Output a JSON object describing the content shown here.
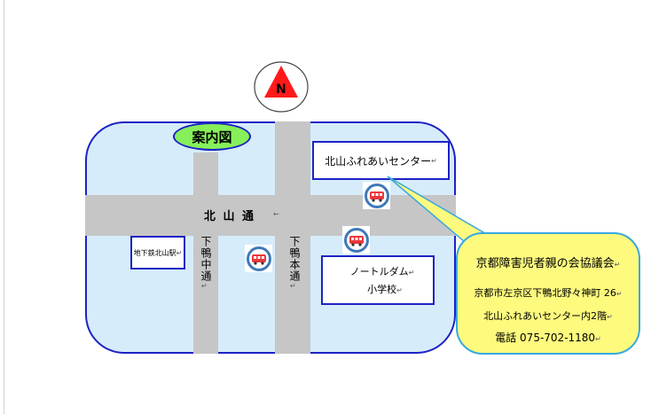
{
  "map": {
    "north_label": "N",
    "title": "案内図",
    "roads": {
      "kitayama": "北 山 通",
      "shimogamo_naka": "下鴨中通",
      "shimogamo_hon": "下鴨本通"
    },
    "landmarks": {
      "center": "北山ふれあいセンター",
      "station": "地下鉄北山駅",
      "school_line1": "ノートルダム",
      "school_line2": "小学校"
    },
    "callout": {
      "org": "京都障害児者親の会協議会",
      "address": "京都市左京区下鴨北野々神町 26",
      "building": "北山ふれあいセンター内2階",
      "phone": "電話 075-702-1180"
    },
    "marks": {
      "para": "↵",
      "left": "←"
    },
    "icons": [
      "north-arrow-icon",
      "bus-icon"
    ],
    "colors": {
      "map_fill": "#d6ecfb",
      "border_blue": "#1d22c4",
      "road_gray": "#c6c6c6",
      "title_green": "#86f05a",
      "callout_yellow": "#fdfa7e",
      "north_red": "#ff1a1a",
      "bus_red": "#e8383d"
    }
  }
}
